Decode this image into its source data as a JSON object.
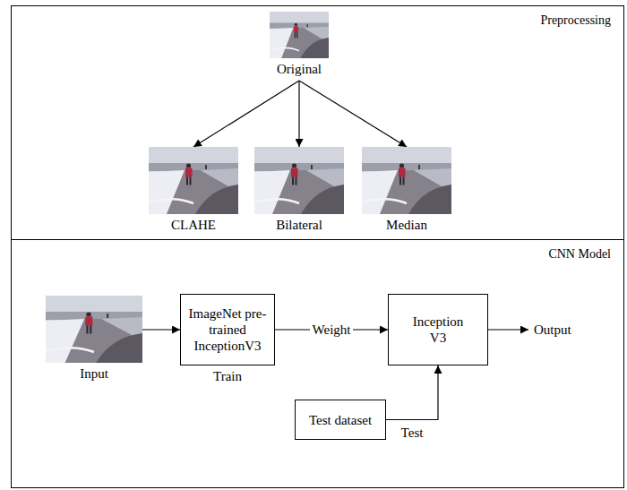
{
  "diagram": {
    "nodes": [
      {
        "text": [
          "Preprocessing"
        ]
      },
      {
        "text": [
          "CNN Model"
        ]
      },
      {
        "text": [
          "Original"
        ],
        "in": 0
      },
      {
        "text": [
          "CLAHE"
        ],
        "in": 0
      },
      {
        "text": [
          "Bilateral"
        ],
        "in": 0
      },
      {
        "text": [
          "Median"
        ],
        "in": 0
      },
      {
        "text": [
          "Input"
        ],
        "in": 1
      },
      {
        "text": [
          "ImageNet pre-trained InceptionV3",
          "Train"
        ],
        "in": 1
      },
      {
        "text": [
          "Inception V3"
        ],
        "in": 1
      },
      {
        "text": [
          "Test dataset"
        ],
        "in": 1
      }
    ],
    "edges": [
      {
        "from": 2,
        "to": 3,
        "arrow": "to"
      },
      {
        "from": 2,
        "to": 4,
        "arrow": "to"
      },
      {
        "from": 2,
        "to": 5,
        "arrow": "to"
      },
      {
        "from": 6,
        "to": 7,
        "arrow": "to"
      },
      {
        "from": 7,
        "to": 8,
        "label": "Weight",
        "arrow": "to"
      },
      {
        "from": 9,
        "to": 8,
        "label": "Test",
        "arrow": "to"
      }
    ],
    "labels": [
      "Output"
    ]
  }
}
